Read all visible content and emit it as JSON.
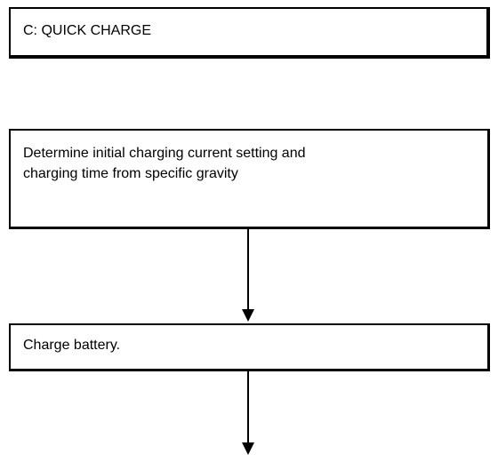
{
  "header": {
    "title": "C: QUICK CHARGE"
  },
  "steps": [
    {
      "lines": [
        "Determine initial charging current setting and",
        "charging time from specific gravity"
      ]
    },
    {
      "lines": [
        "Charge battery."
      ]
    }
  ],
  "colors": {
    "line": "#000000",
    "background": "#ffffff"
  }
}
